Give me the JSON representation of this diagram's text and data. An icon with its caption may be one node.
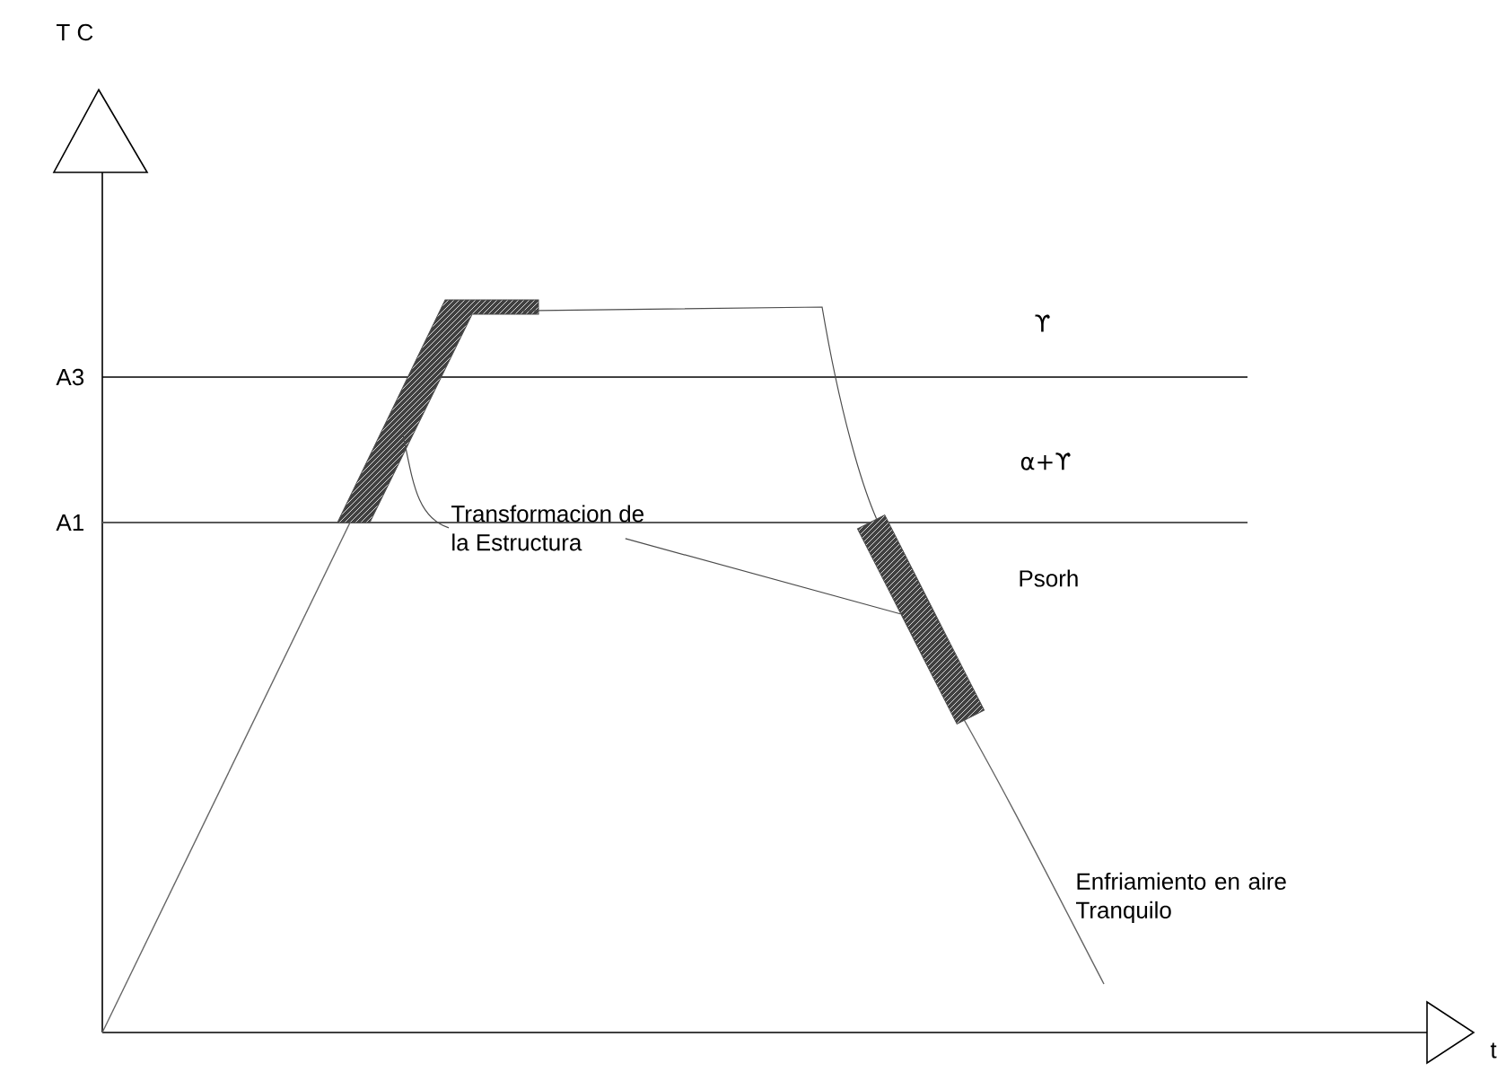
{
  "diagram": {
    "nodes": [
      {
        "text": [
          "Transformacion de la Estructura"
        ]
      },
      {
        "text": [],
        "shape": "bar"
      },
      {
        "text": [],
        "shape": "bar"
      }
    ],
    "edges": [
      {
        "from": 0,
        "to": 1,
        "arrow": "none"
      },
      {
        "from": 0,
        "to": 2,
        "arrow": "none"
      },
      {
        "from": 1,
        "to": 2,
        "arrow": "none"
      }
    ],
    "labels": [
      "T C",
      "A3",
      "A1",
      "ϒ",
      "α+ϒ",
      "Psorh",
      "Enfriamiento en aire Tranquilo",
      "t"
    ]
  }
}
